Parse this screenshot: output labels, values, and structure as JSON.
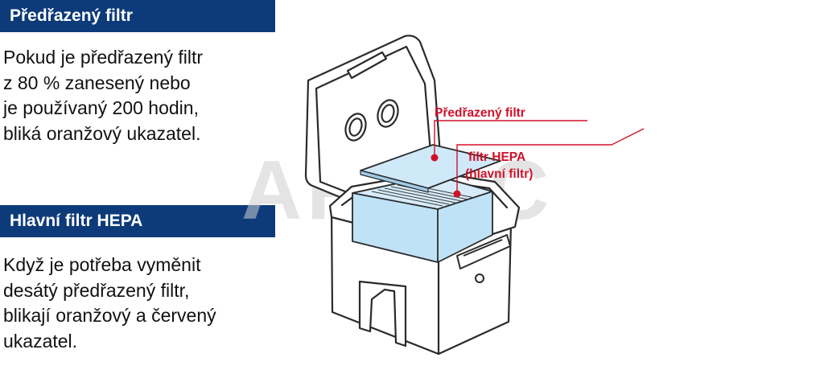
{
  "sections": [
    {
      "heading": "Předřazený filtr",
      "lines": [
        "Pokud je předřazený filtr",
        "z 80 % zanesený nebo",
        "je používaný 200 hodin,",
        "bliká oranžový ukazatel."
      ]
    },
    {
      "heading": "Hlavní filtr HEPA",
      "lines": [
        "Když je potřeba vyměnit",
        "desátý předřazený filtr,",
        "blikají oranžový a červený",
        "ukazatel."
      ]
    }
  ],
  "diagram": {
    "callout_prefilter": "Předřazený filtr",
    "callout_hepa_line1": "filtr HEPA",
    "callout_hepa_line2": "(hlavní filtr)",
    "watermark": "ARTEC"
  },
  "colors": {
    "banner": "#0d3b7a",
    "callout": "#d2102a",
    "filter_fill": "#bfe2f7"
  }
}
